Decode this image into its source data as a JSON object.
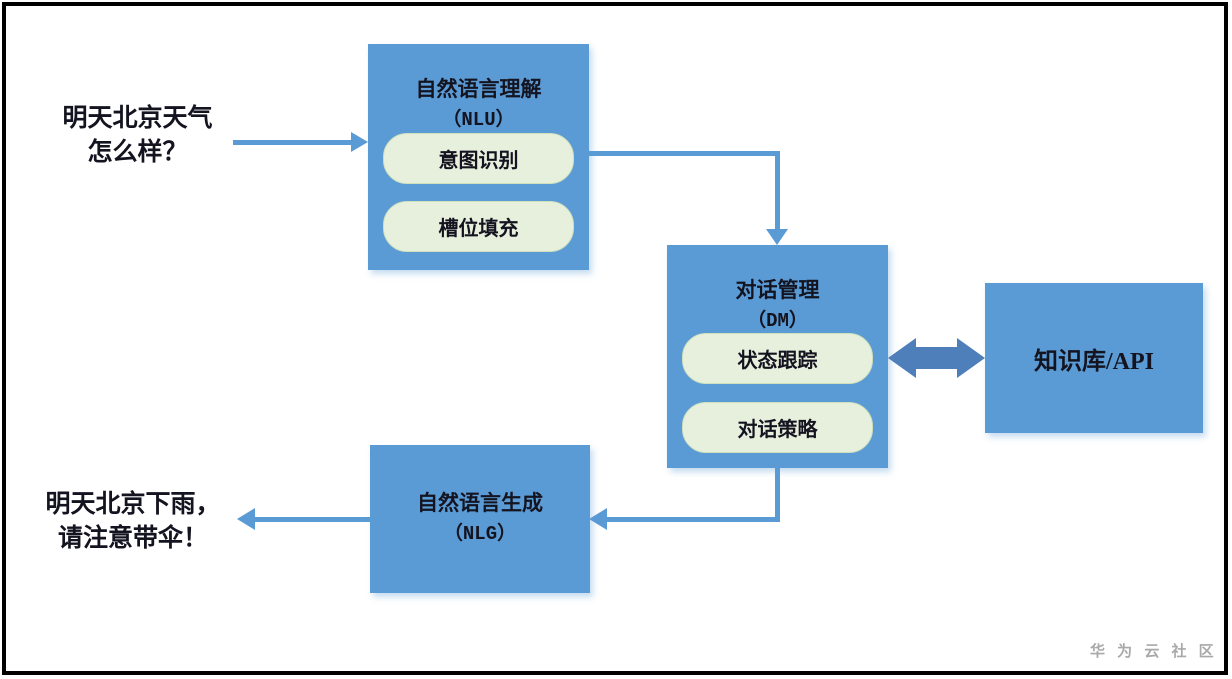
{
  "diagram": {
    "input_text": {
      "line1": "明天北京天气",
      "line2": "怎么样？"
    },
    "output_text": {
      "line1": "明天北京下雨，",
      "line2": "请注意带伞！"
    },
    "nlu": {
      "title": "自然语言理解",
      "subtitle": "（NLU）",
      "modules": [
        {
          "label": "意图识别"
        },
        {
          "label": "槽位填充"
        }
      ]
    },
    "dm": {
      "title": "对话管理",
      "subtitle": "（DM）",
      "modules": [
        {
          "label": "状态跟踪"
        },
        {
          "label": "对话策略"
        }
      ]
    },
    "kb": {
      "label": "知识库/API"
    },
    "nlg": {
      "title": "自然语言生成",
      "subtitle": "（NLG）"
    },
    "watermark": "华 为 云 社 区",
    "colors": {
      "box_fill": "#5b9bd5",
      "module_fill": "#e7f0dc",
      "arrow": "#5b9bd5",
      "double_arrow": "#4e7fba",
      "frame": "#000000",
      "watermark": "#a9a9a9"
    }
  }
}
